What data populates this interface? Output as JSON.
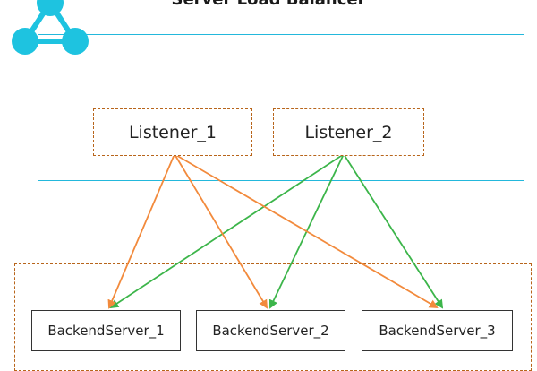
{
  "title": "Server Load Balancer",
  "listeners": [
    {
      "label": "Listener_1"
    },
    {
      "label": "Listener_2"
    }
  ],
  "servers": [
    {
      "label": "BackendServer_1"
    },
    {
      "label": "BackendServer_2"
    },
    {
      "label": "BackendServer_3"
    }
  ],
  "colors": {
    "slb_border": "#23b8dc",
    "icon": "#1ec3e0",
    "dashed_border": "#b8651b",
    "listener_1_arrows": "#f28a3c",
    "listener_2_arrows": "#3cb54a"
  },
  "connections": [
    {
      "from": "Listener_1",
      "to": "BackendServer_1"
    },
    {
      "from": "Listener_1",
      "to": "BackendServer_2"
    },
    {
      "from": "Listener_1",
      "to": "BackendServer_3"
    },
    {
      "from": "Listener_2",
      "to": "BackendServer_1"
    },
    {
      "from": "Listener_2",
      "to": "BackendServer_2"
    },
    {
      "from": "Listener_2",
      "to": "BackendServer_3"
    }
  ]
}
